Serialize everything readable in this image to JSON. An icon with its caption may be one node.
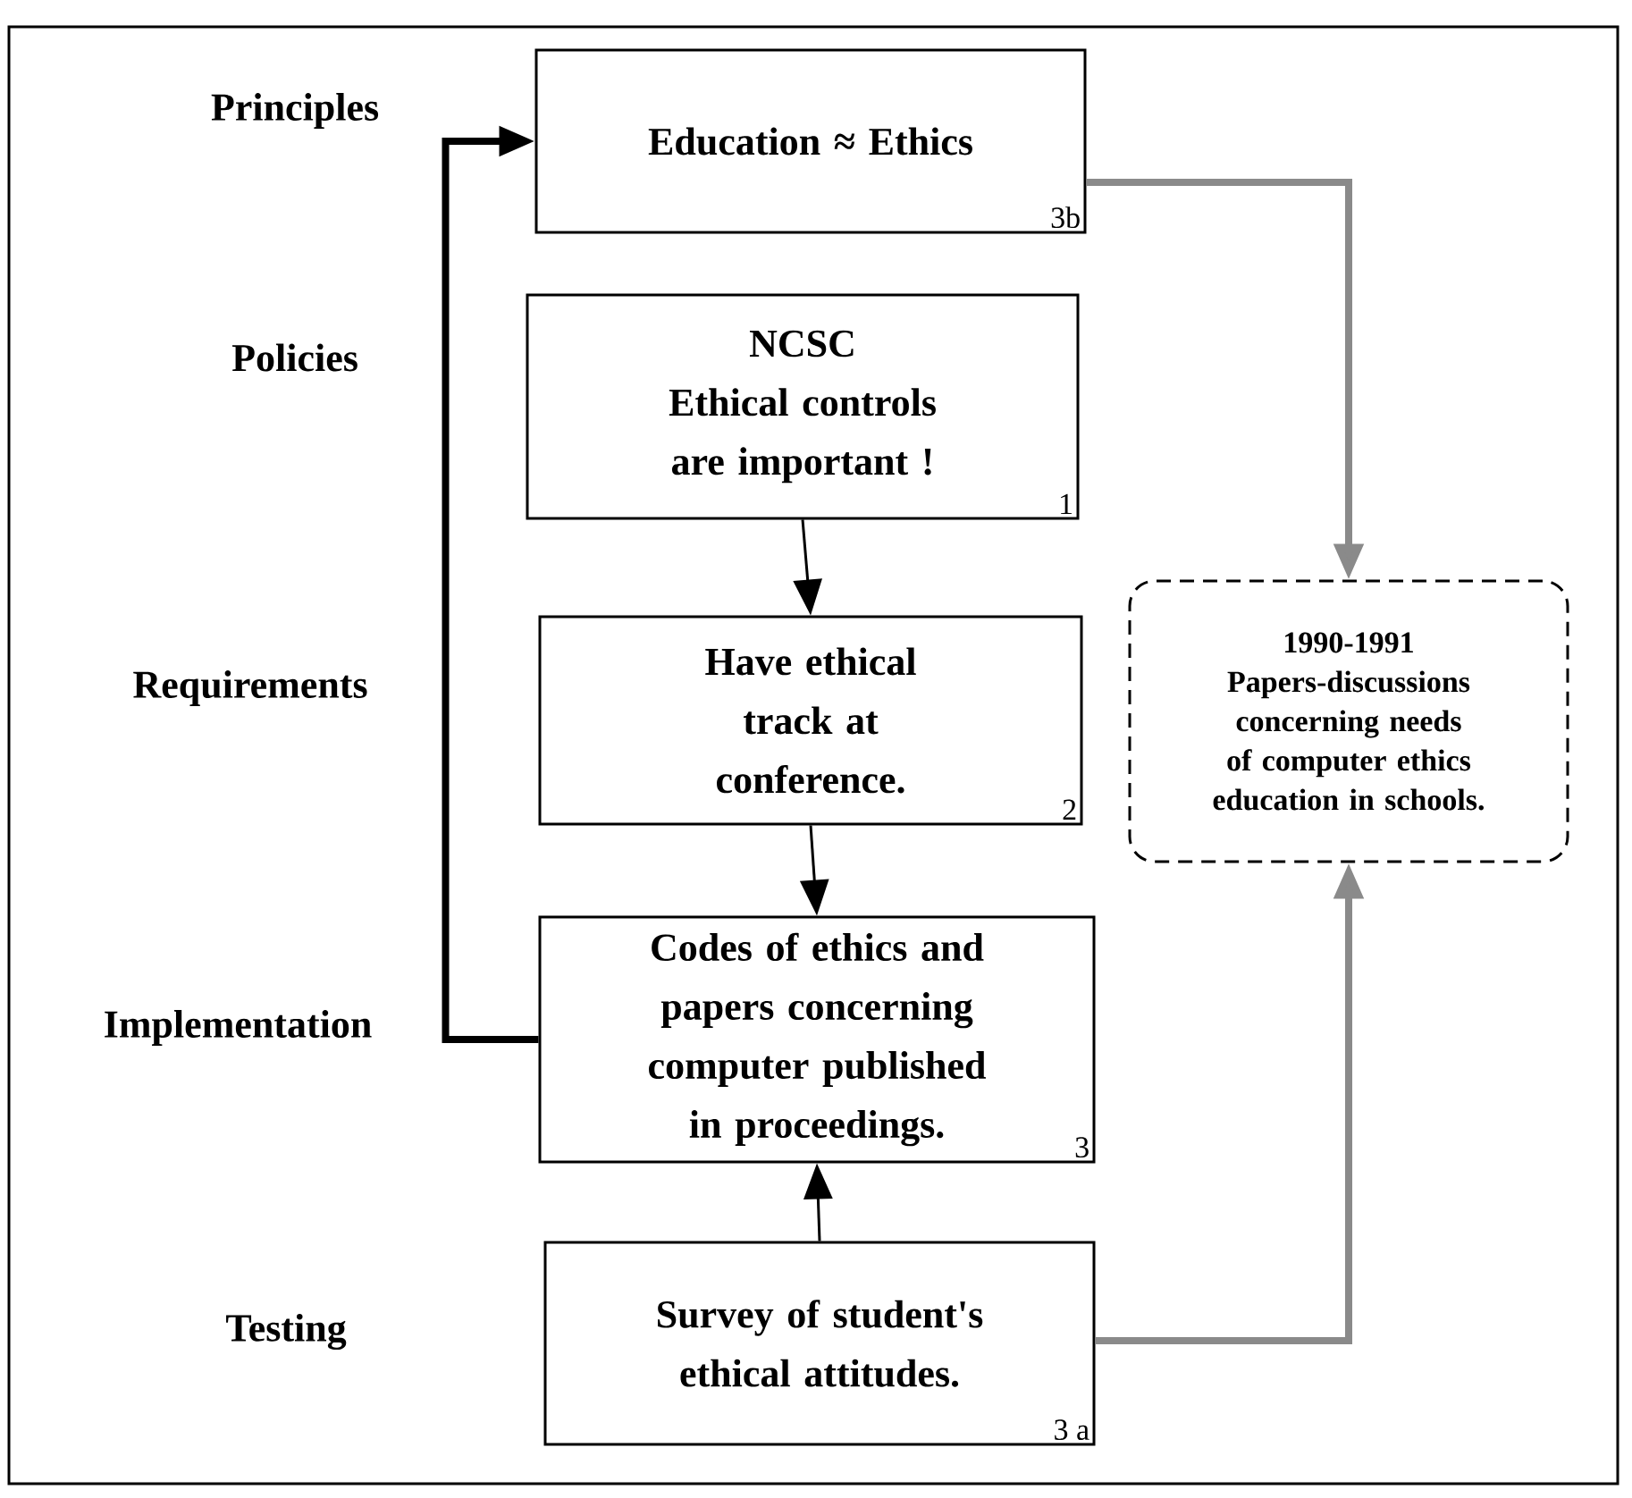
{
  "diagram": {
    "nodes": [
      {
        "text": [
          "Education ≈ Ethics",
          "3b"
        ]
      },
      {
        "text": [
          "NCSC",
          "Ethical controls are important !",
          "1"
        ]
      },
      {
        "text": [
          "Have ethical track at conference.",
          "2"
        ]
      },
      {
        "text": [
          "Codes of ethics and papers concerning computer published in proceedings.",
          "3"
        ]
      },
      {
        "text": [
          "Survey of student's ethical attitudes.",
          "3 a"
        ]
      },
      {
        "text": [
          "1990-1991",
          "Papers-discussions concerning needs of computer ethics education in schools."
        ]
      }
    ],
    "edges": [
      {
        "from": 1,
        "to": 2,
        "arrow": "to"
      },
      {
        "from": 2,
        "to": 3,
        "arrow": "to"
      },
      {
        "from": 4,
        "to": 3,
        "arrow": "to"
      },
      {
        "from": 3,
        "to": 0,
        "arrow": "to",
        "style": "thick"
      },
      {
        "from": 0,
        "to": 5,
        "arrow": "to",
        "style": "thick",
        "color": "#8a8a8a"
      },
      {
        "from": 4,
        "to": 5,
        "arrow": "to",
        "style": "thick",
        "color": "#8a8a8a"
      }
    ],
    "labels": [
      "Principles",
      "Policies",
      "Requirements",
      "Implementation",
      "Testing"
    ]
  }
}
